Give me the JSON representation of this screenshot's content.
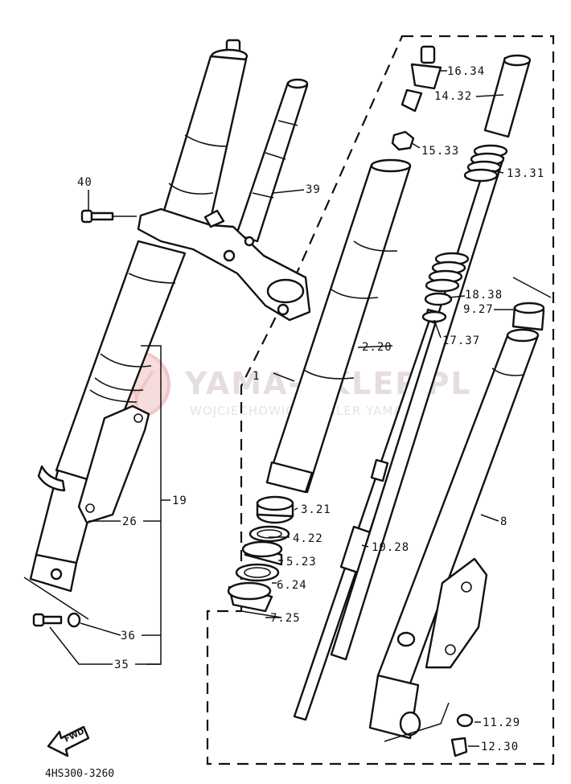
{
  "diagram": {
    "watermark": {
      "title": "YAMA-SKLEP.PL",
      "subtitle": "WOJCIECHOWICZ DEALER YAMAHA"
    },
    "drawing_code": "4HS300-3260",
    "fwd_label": "FWD",
    "labels": {
      "l40": "40",
      "l39": "39",
      "l1": "1",
      "l2": "2.20",
      "l3": "3.21",
      "l4": "4.22",
      "l5": "5.23",
      "l6": "6.24",
      "l7": "7.25",
      "l8": "8",
      "l9": "9.27",
      "l10": "10.28",
      "l11": "11.29",
      "l12": "12.30",
      "l13": "13.31",
      "l14": "14.32",
      "l15": "15.33",
      "l16": "16.34",
      "l17": "17.37",
      "l18": "18.38",
      "l19": "19",
      "l26": "26",
      "l35": "35",
      "l36": "36"
    },
    "colors": {
      "ink": "#111111",
      "watermark": "#e6dddd",
      "logo": "#f2c9c9"
    }
  }
}
